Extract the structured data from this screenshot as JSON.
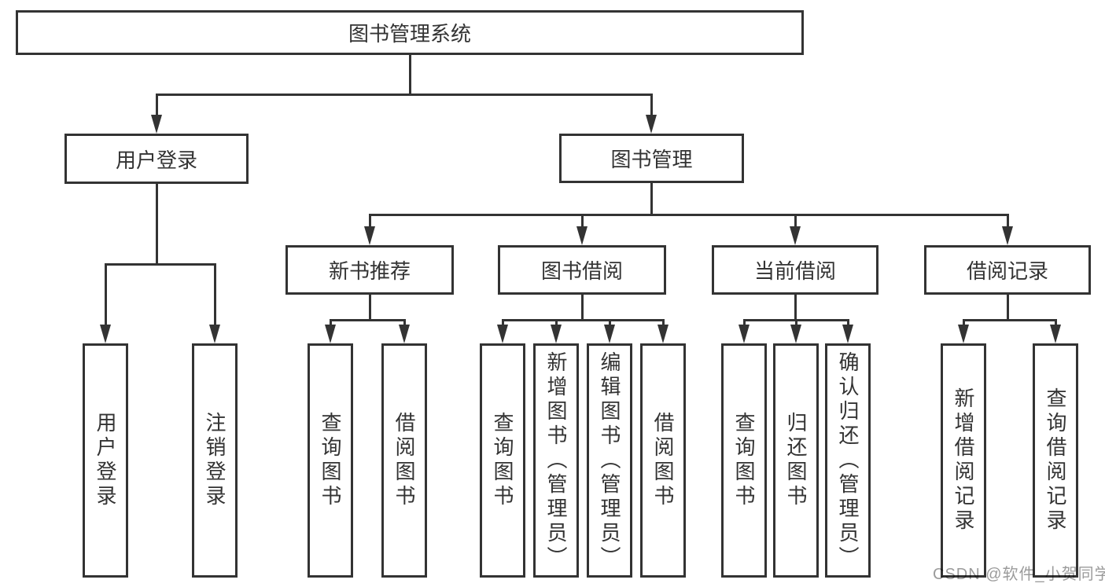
{
  "root": {
    "label": "图书管理系统"
  },
  "level2": [
    {
      "label": "用户登录"
    },
    {
      "label": "图书管理"
    }
  ],
  "level3": [
    {
      "label": "新书推荐"
    },
    {
      "label": "图书借阅"
    },
    {
      "label": "当前借阅"
    },
    {
      "label": "借阅记录"
    }
  ],
  "leaves": {
    "login": [
      {
        "label": "用户登录"
      },
      {
        "label": "注销登录"
      }
    ],
    "recommend": [
      {
        "label": "查询图书"
      },
      {
        "label": "借阅图书"
      }
    ],
    "borrow": [
      {
        "label": "查询图书"
      },
      {
        "label": "新增图书（管理员）"
      },
      {
        "label": "编辑图书（管理员）"
      },
      {
        "label": "借阅图书"
      }
    ],
    "current": [
      {
        "label": "查询图书"
      },
      {
        "label": "归还图书"
      },
      {
        "label": "确认归还（管理员）"
      }
    ],
    "record": [
      {
        "label": "新增借阅记录"
      },
      {
        "label": "查询借阅记录"
      }
    ]
  },
  "watermark": "CSDN @软件_小贺同学",
  "colors": {
    "line": "#333333",
    "text": "#333333",
    "watermark": "#9b9b9b",
    "background": "#ffffff"
  }
}
